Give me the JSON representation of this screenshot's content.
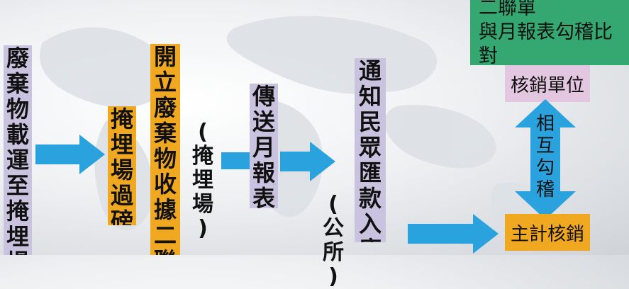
{
  "boxes": {
    "box1": "廢棄物載運至掩埋場",
    "box2": "掩埋場過磅",
    "box3": "開立廢棄物收據二聯單",
    "box4": "傳送月報表",
    "box5": "通知民眾匯款入庫"
  },
  "side_labels": {
    "landfill": "(掩埋場)",
    "office": "(公所)"
  },
  "right": {
    "top_line1": "二聯單",
    "top_line2": "與月報表勾稽比對",
    "verify_unit": "核銷單位",
    "mutual_check": "相互勾稽",
    "accounting": "主計核銷"
  },
  "colors": {
    "lavender": "#c9c3e0",
    "orange": "#f0a820",
    "green": "#34a870",
    "pink": "#e3c6e0",
    "arrow_blue": "#2aa2dd"
  }
}
